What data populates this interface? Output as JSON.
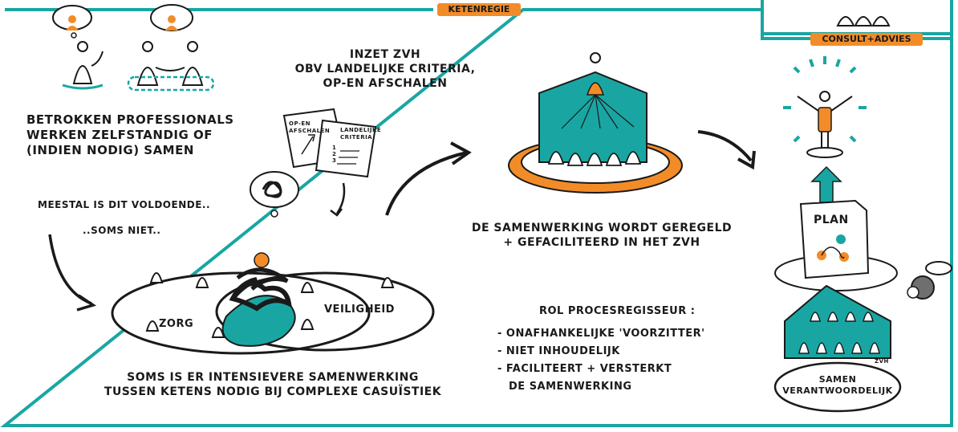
{
  "colors": {
    "teal": "#19a6a3",
    "orange": "#f28c28",
    "ink": "#1a1a1a",
    "grey": "#7a7a7a"
  },
  "header": {
    "ketenregie": "KETENREGIE",
    "consult_advies": "CONSULT+ADVIES"
  },
  "left": {
    "professionals": [
      "BETROKKEN PROFESSIONALS",
      "WERKEN ZELFSTANDIG OF",
      "(INDIEN NODIG) SAMEN"
    ],
    "meestal": "MEESTAL IS DIT VOLDOENDE..",
    "soms_niet": "..SOMS NIET.."
  },
  "middle": {
    "inzet": [
      "INZET ZVH",
      "OBV LANDELIJKE CRITERIA,",
      "OP-EN AFSCHALEN"
    ],
    "paper_afschalen": [
      "OP-EN",
      "AFSCHALEN"
    ],
    "paper_criteria": [
      "LANDELIJKE",
      "CRITERIA"
    ],
    "paper_list": [
      "1",
      "2",
      "3"
    ],
    "zorg": "ZORG",
    "veiligheid": "VEILIGHEID",
    "soms": [
      "SOMS IS ER INTENSIEVERE SAMENWERKING",
      "TUSSEN KETENS NODIG BIJ COMPLEXE CASUÏSTIEK"
    ]
  },
  "right": {
    "samenwerking": [
      "DE SAMENWERKING WORDT GEREGELD",
      "+ GEFACILITEERD IN HET ZVH"
    ],
    "rol_title": "ROL PROCESREGISSEUR :",
    "rol_items": [
      "- ONAFHANKELIJKE 'VOORZITTER'",
      "- NIET INHOUDELIJK",
      "- FACILITEERT + VERSTERKT",
      "DE SAMENWERKING"
    ],
    "plan": "PLAN",
    "samen": [
      "SAMEN",
      "VERANTWOORDELIJK"
    ],
    "zvh": "ZVH"
  }
}
